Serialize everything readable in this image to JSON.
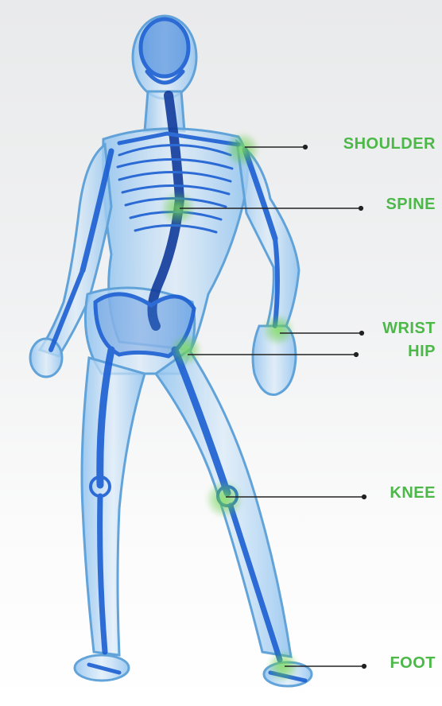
{
  "labels": {
    "shoulder": "SHOULDER",
    "spine": "SPINE",
    "wrist": "WRIST",
    "hip": "HIP",
    "knee": "KNEE",
    "foot": "FOOT"
  },
  "colors": {
    "label_green": "#4cb848",
    "leader_line": "#222222",
    "body_blue": "#2f8fe0",
    "bone_blue": "#1452c8",
    "glow_green": "#6fd64a"
  }
}
